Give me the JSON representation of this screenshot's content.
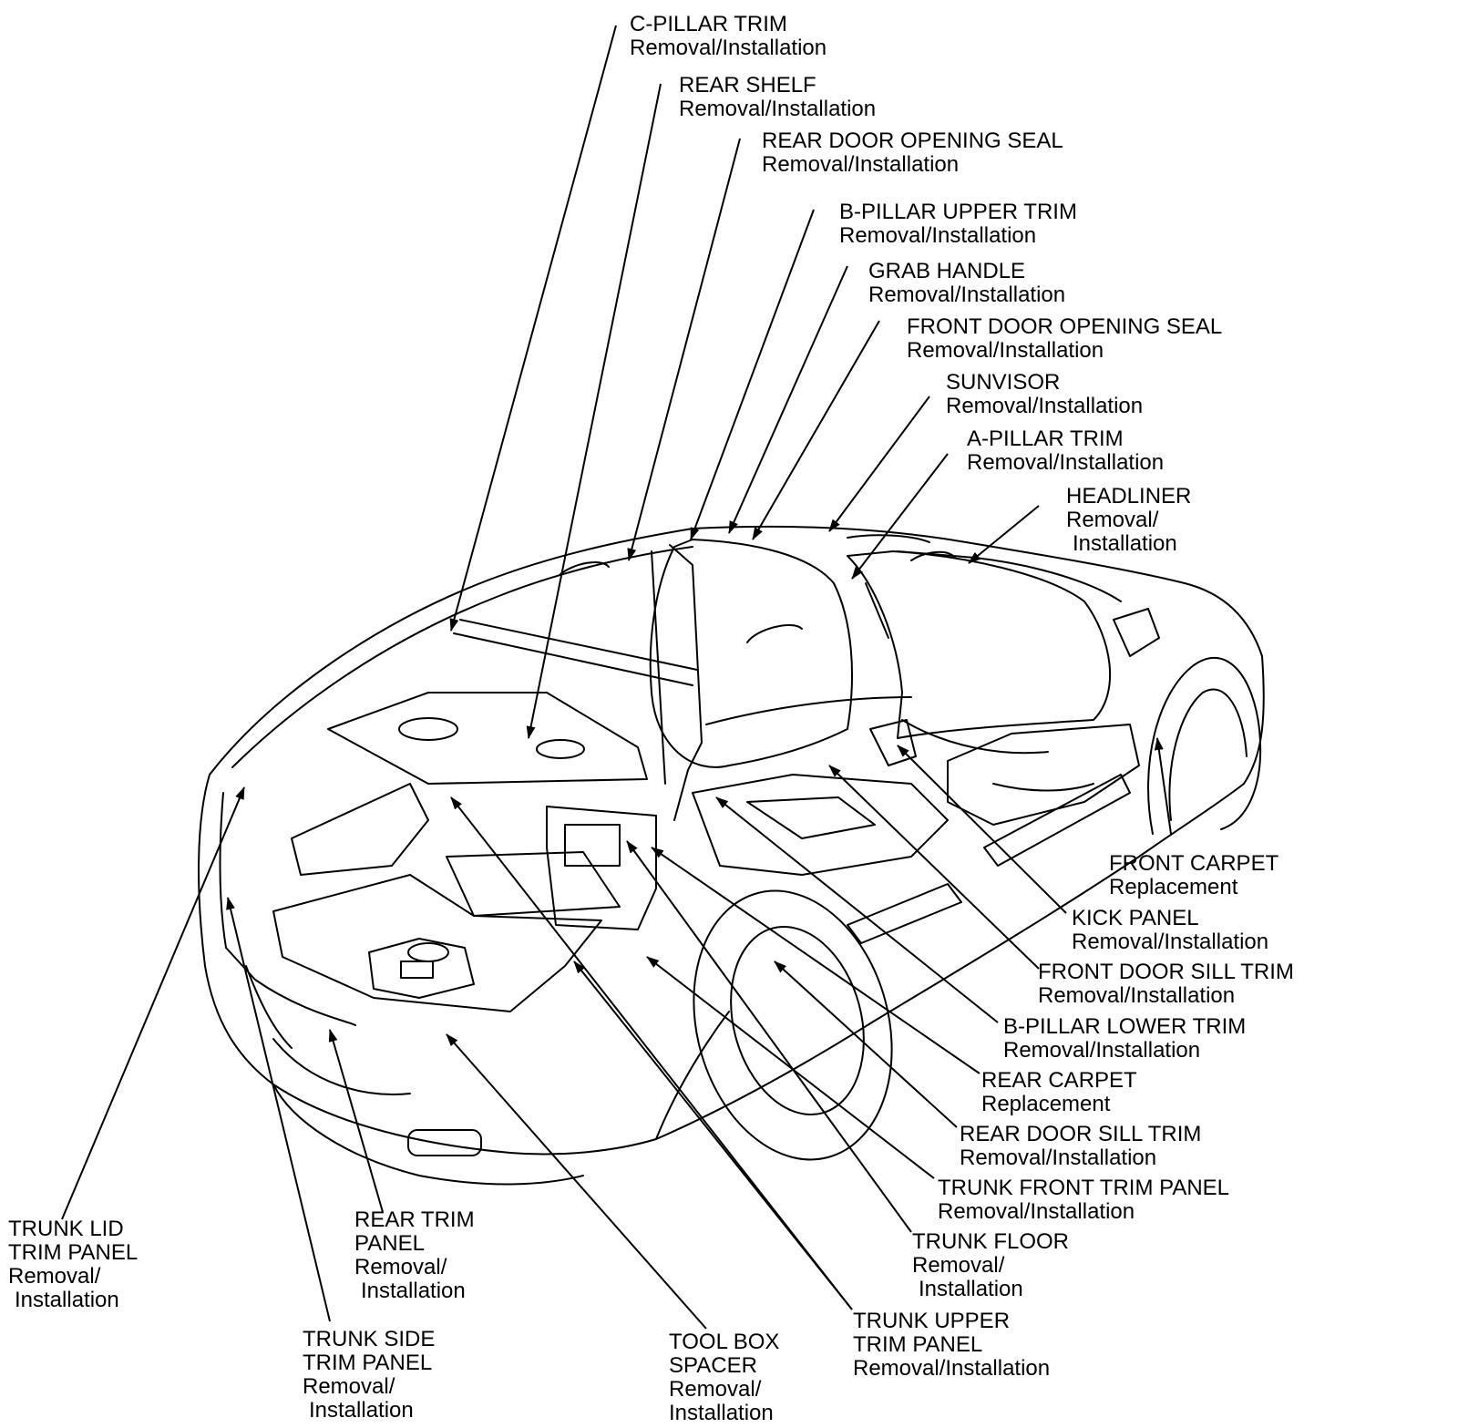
{
  "labels": {
    "c_pillar": {
      "title": "C-PILLAR TRIM",
      "action": "Removal/Installation"
    },
    "rear_shelf": {
      "title": "REAR SHELF",
      "action": "Removal/Installation"
    },
    "rear_door_seal": {
      "title": "REAR DOOR OPENING SEAL",
      "action": "Removal/Installation"
    },
    "b_pillar_upper": {
      "title": "B-PILLAR UPPER TRIM",
      "action": "Removal/Installation"
    },
    "grab_handle": {
      "title": "GRAB HANDLE",
      "action": "Removal/Installation"
    },
    "front_door_seal": {
      "title": "FRONT DOOR OPENING SEAL",
      "action": "Removal/Installation"
    },
    "sunvisor": {
      "title": "SUNVISOR",
      "action": "Removal/Installation"
    },
    "a_pillar": {
      "title": "A-PILLAR TRIM",
      "action": "Removal/Installation"
    },
    "headliner": {
      "title": "HEADLINER",
      "action1": "Removal/",
      "action2": "Installation"
    },
    "front_carpet": {
      "title": "FRONT CARPET",
      "action": "Replacement"
    },
    "kick_panel": {
      "title": "KICK PANEL",
      "action": "Removal/Installation"
    },
    "front_sill": {
      "title": "FRONT DOOR SILL TRIM",
      "action": "Removal/Installation"
    },
    "b_pillar_lower": {
      "title": "B-PILLAR LOWER TRIM",
      "action": "Removal/Installation"
    },
    "rear_carpet": {
      "title": "REAR CARPET",
      "action": "Replacement"
    },
    "rear_sill": {
      "title": "REAR DOOR SILL TRIM",
      "action": "Removal/Installation"
    },
    "trunk_front": {
      "title": "TRUNK FRONT TRIM PANEL",
      "action": "Removal/Installation"
    },
    "trunk_floor": {
      "title": "TRUNK FLOOR",
      "action1": "Removal/",
      "action2": "Installation"
    },
    "trunk_upper": {
      "title1": "TRUNK UPPER",
      "title2": "TRIM PANEL",
      "action": "Removal/Installation"
    },
    "tool_box": {
      "title1": "TOOL BOX",
      "title2": "SPACER",
      "action1": "Removal/",
      "action2": "Installation"
    },
    "trunk_side": {
      "title1": "TRUNK SIDE",
      "title2": "TRIM PANEL",
      "action1": "Removal/",
      "action2": "Installation"
    },
    "rear_trim": {
      "title1": "REAR TRIM",
      "title2": "PANEL",
      "action1": "Removal/",
      "action2": "Installation"
    },
    "trunk_lid": {
      "title1": "TRUNK LID",
      "title2": "TRIM PANEL",
      "action1": "Removal/",
      "action2": "Installation"
    }
  }
}
